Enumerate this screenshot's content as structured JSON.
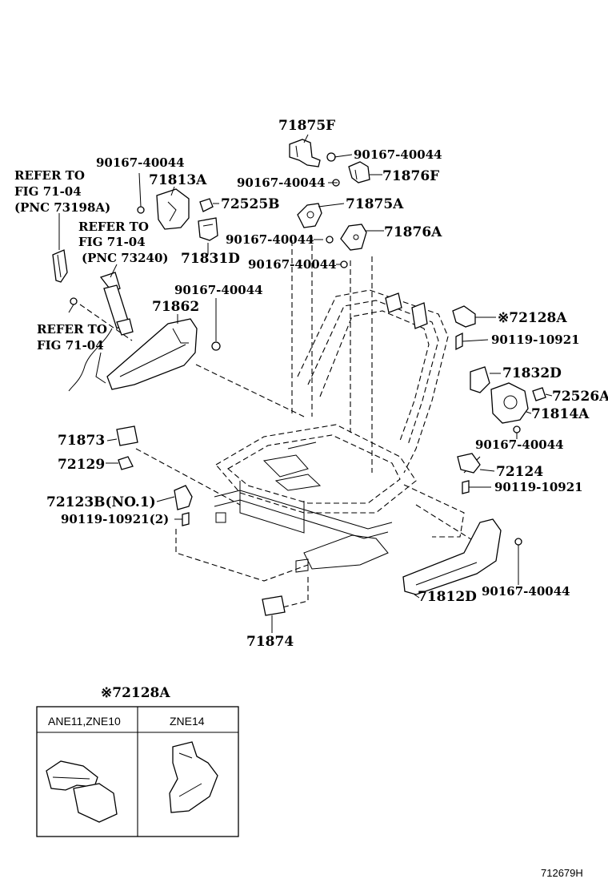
{
  "labels": {
    "p71875F": "71875F",
    "p90167_a": "90167-40044",
    "p71876F": "71876F",
    "p90167_b": "90167-40044",
    "p71875A": "71875A",
    "p90167_c": "90167-40044",
    "p71876A": "71876A",
    "p90167_d": "90167-40044",
    "refer1_l1": "REFER TO",
    "refer1_l2": "FIG 71-04",
    "refer1_l3": "(PNC 73198A)",
    "p90167_e": "90167-40044",
    "p71813A": "71813A",
    "p72525B": "72525B",
    "refer2_l1": "REFER TO",
    "refer2_l2": "FIG 71-04",
    "refer2_l3": "(PNC 73240)",
    "p71831D": "71831D",
    "p90167_f": "90167-40044",
    "p71862": "71862",
    "refer3_l1": "REFER TO",
    "refer3_l2": "FIG 71-04",
    "p72128A": "※72128A",
    "p90119_a": "90119-10921",
    "p71832D": "71832D",
    "p72526A": "72526A",
    "p71814A": "71814A",
    "p90167_g": "90167-40044",
    "p71873": "71873",
    "p72129": "72129",
    "p72124": "72124",
    "p90119_b": "90119-10921",
    "p72123B": "72123B(NO.1)",
    "p90119_c": "90119-10921(2)",
    "p71812D": "71812D",
    "p90167_h": "90167-40044",
    "p71874": "71874"
  },
  "inset": {
    "title": "※72128A",
    "col1": "ANE11,ZNE10",
    "col2": "ZNE14"
  },
  "footer_code": "712679H"
}
